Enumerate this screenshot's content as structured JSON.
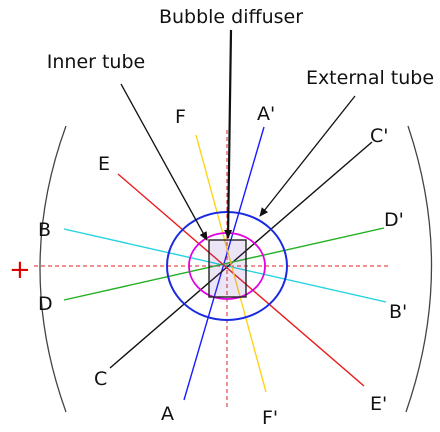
{
  "labels": {
    "bubble_diffuser": "Bubble diffuser",
    "inner_tube": "Inner tube",
    "external_tube": "External tube"
  },
  "points": {
    "A": "A",
    "A_prime": "A'",
    "B": "B",
    "B_prime": "B'",
    "C": "C",
    "C_prime": "C'",
    "D": "D",
    "D_prime": "D'",
    "E": "E",
    "E_prime": "E'",
    "F": "F",
    "F_prime": "F'"
  },
  "plus_sign": "+",
  "line_colors": {
    "AA": "#1a1aff",
    "BB": "#22d3e0",
    "CC": "#111111",
    "DD": "#22b022",
    "EE": "#e81c1c",
    "FF": "#ffd21a"
  },
  "shape_colors": {
    "external_tube": "#1a2ae0",
    "inner_tube": "#e000e0",
    "diffuser_box": "#222222",
    "dashed_axes": "#e02020",
    "outer_arcs": "#444444"
  }
}
